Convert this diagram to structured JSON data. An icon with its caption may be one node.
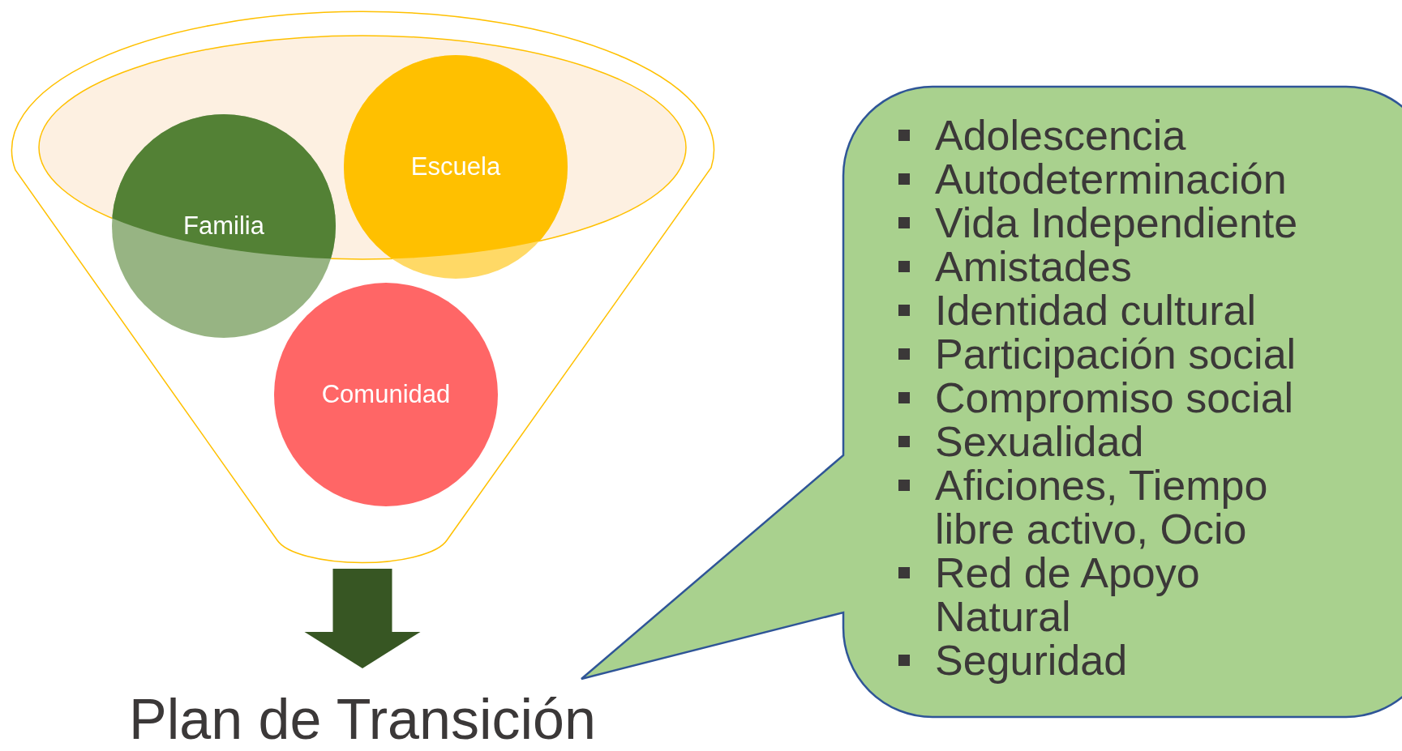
{
  "diagram": {
    "nodes": [
      {
        "text": [],
        "shape": "funnel"
      },
      {
        "text": [
          "Escuela"
        ],
        "in": 0
      },
      {
        "text": [
          "Familia"
        ],
        "in": 0
      },
      {
        "text": [
          "Comunidad"
        ],
        "in": 0
      },
      {
        "text": [
          "Plan de Transición"
        ]
      },
      {
        "text": [
          "Adolescencia",
          "Autodeterminación",
          "Vida Independiente",
          "Amistades",
          "Identidad cultural",
          "Participación social",
          "Compromiso social",
          "Sexualidad",
          "Aficiones, Tiempo libre activo, Ocio",
          "Red de Apoyo Natural",
          "Seguridad"
        ]
      }
    ],
    "edges": [
      {
        "from": 0,
        "to": 4,
        "arrow": "to"
      }
    ]
  }
}
